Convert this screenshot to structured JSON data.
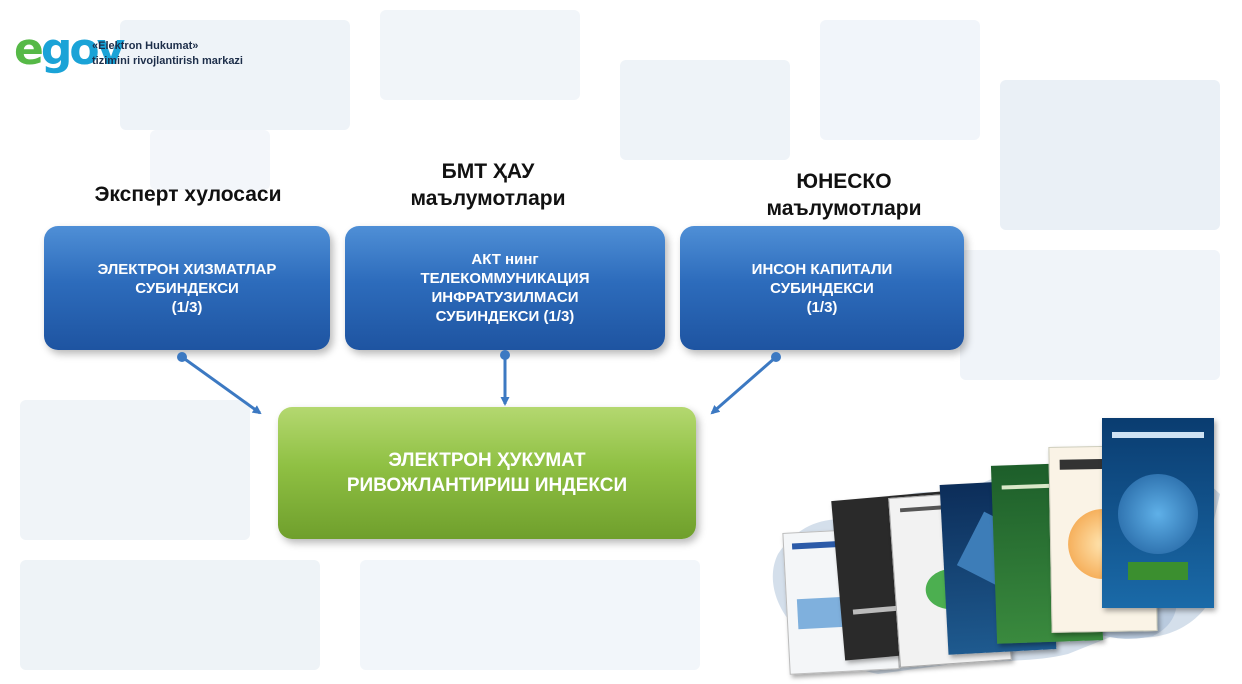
{
  "logo": {
    "mark": "egov",
    "line1": "«Elektron Hukumat»",
    "line2": "tizimini rivojlantirish markazi"
  },
  "headings": {
    "left": [
      "Эксперт хулосаси"
    ],
    "center": [
      "БМТ ҲАУ",
      "маълумотлари"
    ],
    "right": [
      "ЮНЕСКО",
      "маълумотлари"
    ]
  },
  "boxes": {
    "left": [
      "ЭЛЕКТРОН ХИЗМАТЛАР",
      "СУБИНДЕКСИ",
      "(1/3)"
    ],
    "center": [
      "АКТ нинг",
      "ТЕЛЕКОММУНИКАЦИЯ",
      "ИНФРАТУЗИЛМАСИ",
      "СУБИНДЕКСИ (1/3)"
    ],
    "right": [
      "ИНСОН КАПИТАЛИ",
      "СУБИНДЕКСИ",
      "(1/3)"
    ],
    "result": [
      "ЭЛЕКТРОН ҲУКУМАТ",
      "РИВОЖЛАНТИРИШ ИНДЕКСИ"
    ]
  },
  "colors": {
    "box_blue": "#2d6cbc",
    "box_green": "#8fc043",
    "arrow": "#3c79c2"
  }
}
